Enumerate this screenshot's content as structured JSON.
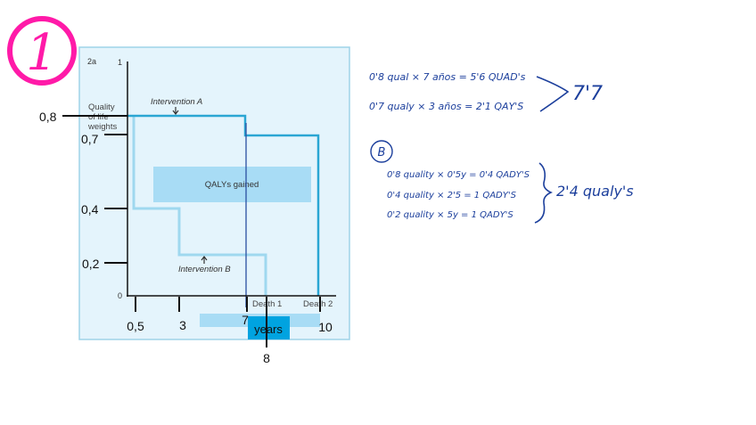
{
  "figure": {
    "panel_label": "2a",
    "y_axis_label": [
      "Quality",
      "of life",
      "weights"
    ],
    "y_top": "1",
    "origin": "0",
    "intervention_a": "Intervention A",
    "intervention_b": "Intervention B",
    "qalys_gained": "QALYs gained",
    "death1": "Death 1",
    "death2": "Death 2",
    "years_label": "years",
    "colors": {
      "panel": "#e4f4fc",
      "line_a": "#2aa6d3",
      "line_b": "#9fd8ef",
      "box": "#a8dcf5",
      "years_box": "#00a3e0"
    }
  },
  "annotations": {
    "problem_number": "1",
    "y_ticks": [
      "0,8",
      "0,7",
      "0,4",
      "0,2"
    ],
    "x_ticks": [
      "0,5",
      "3",
      "7",
      "8",
      "10"
    ],
    "a_lines": [
      "0'8 qual × 7 años = 5'6 QUAD's",
      "0'7 qualy × 3 años = 2'1 QAY'S"
    ],
    "a_total": "7'7",
    "b_label": "B",
    "b_lines": [
      "0'8 quality × 0'5y = 0'4 QADY'S",
      "0'4 quality × 2'5 = 1 QADY'S",
      "0'2 quality × 5y = 1 QADY'S"
    ],
    "b_total": "2'4 qualy's"
  }
}
